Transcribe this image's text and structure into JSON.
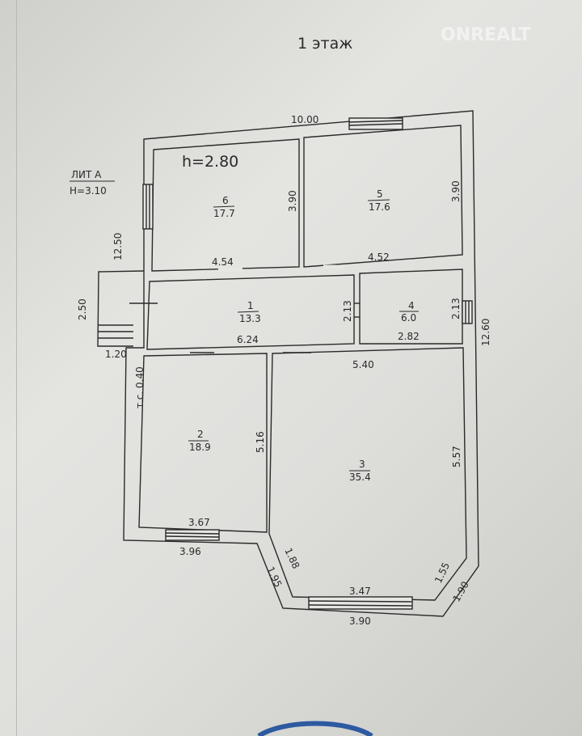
{
  "title": "1 этаж",
  "watermark": "ONREALT",
  "lit_label": "ЛИТ А",
  "height_label": "H=3.10",
  "ceiling_label": "h=2.80",
  "rooms": [
    {
      "number": "6",
      "area": "17.7"
    },
    {
      "number": "5",
      "area": "17.6"
    },
    {
      "number": "1",
      "area": "13.3"
    },
    {
      "number": "4",
      "area": "6.0"
    },
    {
      "number": "2",
      "area": "18.9"
    },
    {
      "number": "3",
      "area": "35.4"
    }
  ],
  "dimensions": {
    "top": "10.00",
    "room6_width": "4.54",
    "room6_height": "3.90",
    "room5_width": "4.52",
    "room5_height": "3.90",
    "room1_width": "6.24",
    "room1_height": "2.13",
    "room4_width": "2.82",
    "room4_height": "2.13",
    "room3_top": "5.40",
    "room3_right": "5.57",
    "room3_diag_left": "1.88",
    "room3_bottom": "3.47",
    "room3_diag_right": "1.55",
    "room2_height": "5.16",
    "room2_width": "3.67",
    "outer_bottom_left": "3.96",
    "outer_diag_left": "1.95",
    "outer_bottom": "3.90",
    "outer_diag_right": "1.90",
    "outer_right": "12.60",
    "outer_left": "12.50",
    "porch_height": "2.50",
    "porch_width": "1.20",
    "wall_thickness": "т.с. 0.40"
  }
}
